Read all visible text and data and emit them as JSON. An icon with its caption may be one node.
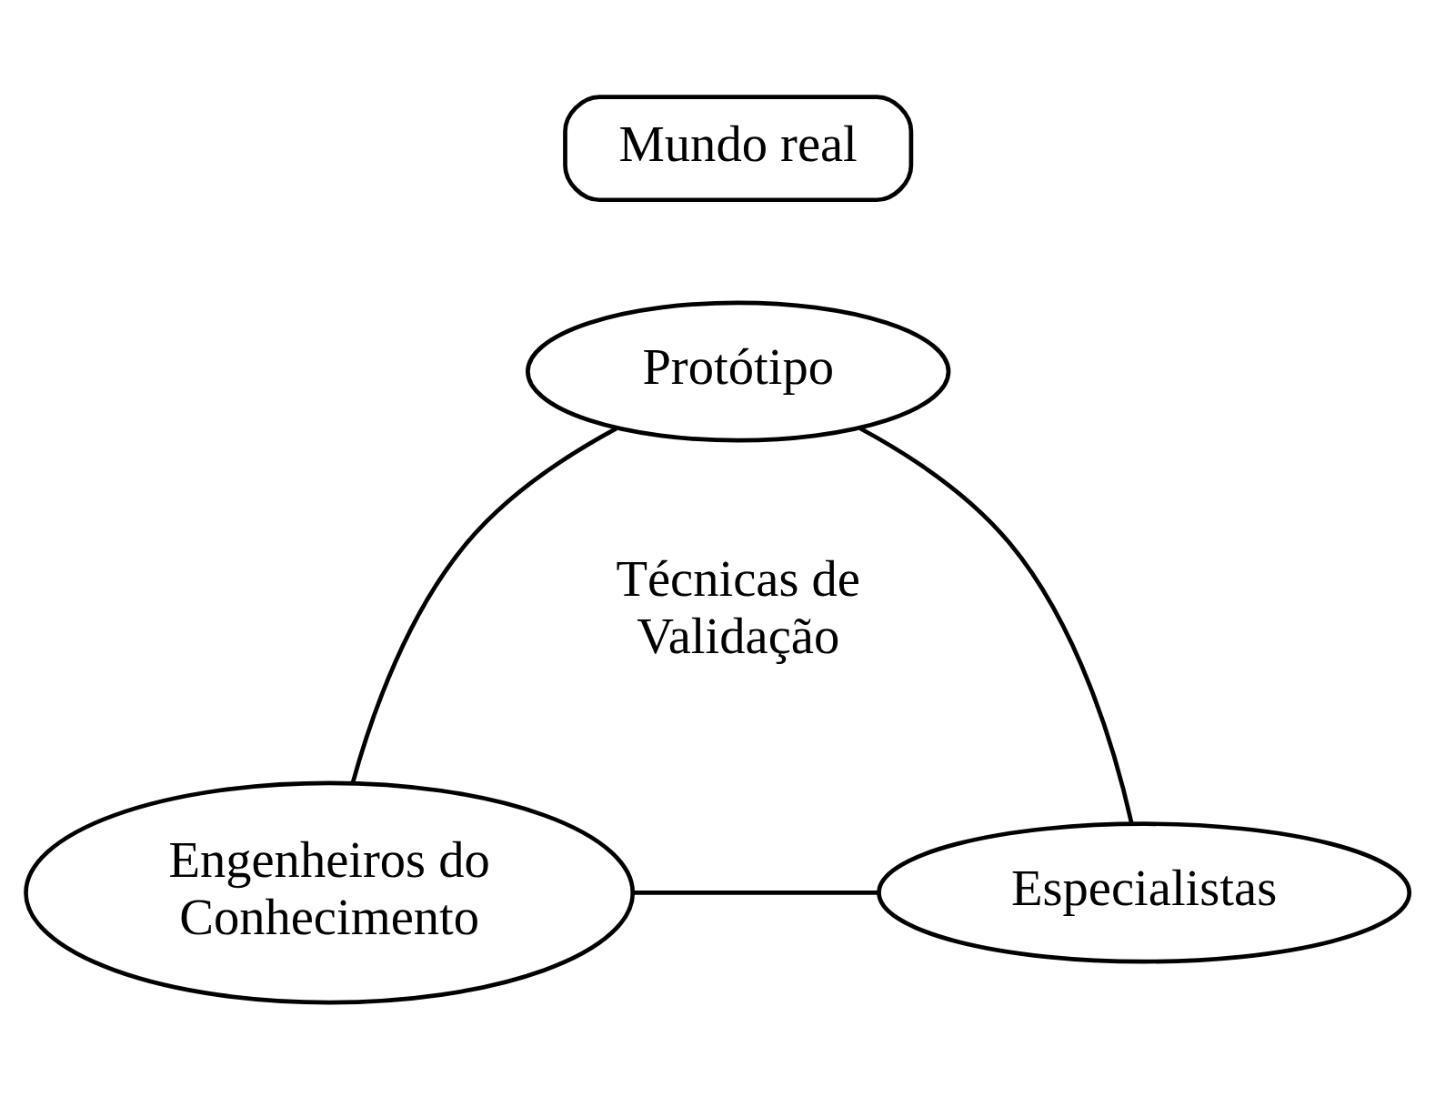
{
  "diagram": {
    "nodes": [
      {
        "text": [
          "Mundo real"
        ]
      },
      {
        "text": [
          "Protótipo"
        ]
      },
      {
        "text": [
          "Engenheiros do Conhecimento"
        ]
      },
      {
        "text": [
          "Especialistas"
        ]
      }
    ],
    "edges": [
      {
        "from": 1,
        "to": 2,
        "arrow": "none"
      },
      {
        "from": 1,
        "to": 3,
        "arrow": "none"
      },
      {
        "from": 2,
        "to": 3,
        "arrow": "none"
      }
    ],
    "labels": [
      "Técnicas de Validação"
    ]
  }
}
